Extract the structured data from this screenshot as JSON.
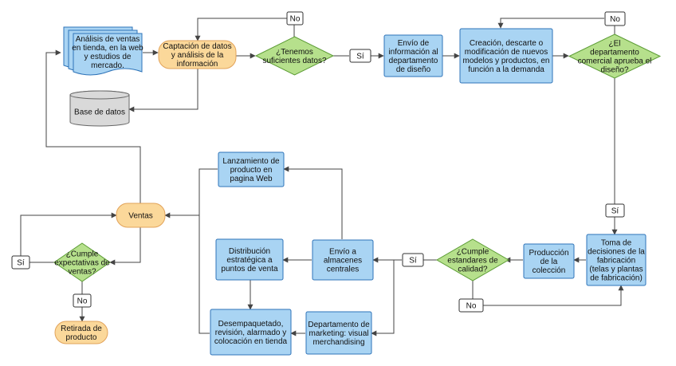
{
  "colors": {
    "process_fill": "#a9d4f3",
    "process_stroke": "#2e73b8",
    "decision_fill": "#b6e08c",
    "decision_stroke": "#5c9c35",
    "terminal_fill": "#fbd89a",
    "terminal_stroke": "#e2a35a",
    "database_fill": "#d9d9d9",
    "database_stroke": "#666666",
    "label_fill": "#ffffff",
    "label_stroke": "#333333",
    "line": "#444444"
  },
  "nodes": {
    "document": {
      "kind": "document",
      "lines": [
        "Análisis de ventas",
        "en tienda, en la web",
        "y estudios de",
        "mercado."
      ]
    },
    "database": {
      "kind": "database",
      "lines": [
        "Base de datos"
      ]
    },
    "captacion": {
      "kind": "terminal",
      "lines": [
        "Captación de datos",
        "y análisis de la",
        "información"
      ]
    },
    "d_datos": {
      "kind": "decision",
      "lines": [
        "¿Tenemos",
        "suficientes datos?"
      ]
    },
    "envio_diseno": {
      "kind": "process",
      "lines": [
        "Envío de",
        "información al",
        "departamento",
        "de diseño"
      ]
    },
    "creacion": {
      "kind": "process",
      "lines": [
        "Creación, descarte o",
        "modificación de nuevos",
        "modelos y productos, en",
        "función a la demanda"
      ]
    },
    "d_aprueba": {
      "kind": "decision",
      "lines": [
        "¿El",
        "departamento",
        "comercial aprueba el",
        "diseño?"
      ]
    },
    "toma": {
      "kind": "process",
      "lines": [
        "Toma de",
        "decisiones de la",
        "fabricación",
        "(telas y plantas",
        "de fabricación)"
      ]
    },
    "produccion": {
      "kind": "process",
      "lines": [
        "Producción",
        "de la",
        "colección"
      ]
    },
    "d_calidad": {
      "kind": "decision",
      "lines": [
        "¿Cumple",
        "estandares de",
        "calidad?"
      ]
    },
    "envio_alm": {
      "kind": "process",
      "lines": [
        "Envío a",
        "almacenes",
        "centrales"
      ]
    },
    "distribucion": {
      "kind": "process",
      "lines": [
        "Distribución",
        "estratégica a",
        "puntos de venta"
      ]
    },
    "lanzamiento": {
      "kind": "process",
      "lines": [
        "Lanzamiento de",
        "producto en",
        "pagina Web"
      ]
    },
    "marketing": {
      "kind": "process",
      "lines": [
        "Departamento de",
        "marketing: visual",
        "merchandising"
      ]
    },
    "desempaquetado": {
      "kind": "process",
      "lines": [
        "Desempaquetado,",
        "revisión, alarmado y",
        "colocación en tienda"
      ]
    },
    "ventas": {
      "kind": "terminal",
      "lines": [
        "Ventas"
      ]
    },
    "d_expect": {
      "kind": "decision",
      "lines": [
        "¿Cumple",
        "expectativas de",
        "ventas?"
      ]
    },
    "retirada": {
      "kind": "terminal",
      "lines": [
        "Retirada de",
        "producto"
      ]
    },
    "lbl_no1": {
      "kind": "label",
      "lines": [
        "No"
      ]
    },
    "lbl_si1": {
      "kind": "label",
      "lines": [
        "Sí"
      ]
    },
    "lbl_no2": {
      "kind": "label",
      "lines": [
        "No"
      ]
    },
    "lbl_si2": {
      "kind": "label",
      "lines": [
        "Sí"
      ]
    },
    "lbl_si3": {
      "kind": "label",
      "lines": [
        "Sí"
      ]
    },
    "lbl_no3": {
      "kind": "label",
      "lines": [
        "No"
      ]
    },
    "lbl_si4": {
      "kind": "label",
      "lines": [
        "Sí"
      ]
    },
    "lbl_no4": {
      "kind": "label",
      "lines": [
        "No"
      ]
    }
  }
}
